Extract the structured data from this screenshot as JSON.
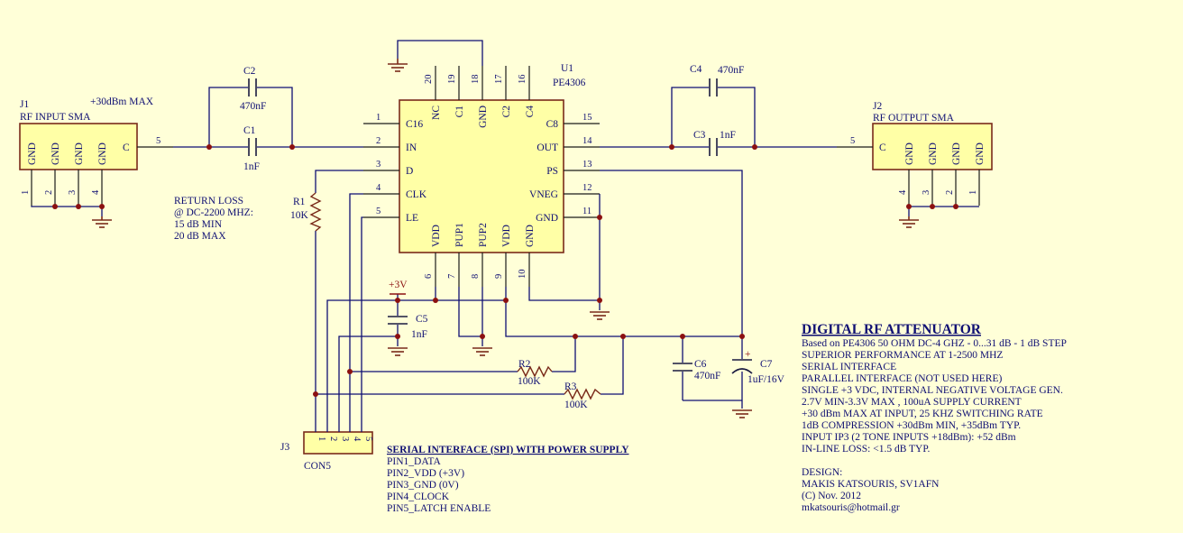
{
  "u1": {
    "ref": "U1",
    "part": "PE4306",
    "pins_left": [
      {
        "num": "1",
        "name": "C16"
      },
      {
        "num": "2",
        "name": "IN"
      },
      {
        "num": "3",
        "name": "D"
      },
      {
        "num": "4",
        "name": "CLK"
      },
      {
        "num": "5",
        "name": "LE"
      }
    ],
    "pins_right": [
      {
        "num": "15",
        "name": "C8"
      },
      {
        "num": "14",
        "name": "OUT"
      },
      {
        "num": "13",
        "name": "PS"
      },
      {
        "num": "12",
        "name": "VNEG"
      },
      {
        "num": "11",
        "name": "GND"
      }
    ],
    "pins_top": [
      {
        "num": "20",
        "name": "NC"
      },
      {
        "num": "19",
        "name": "C1"
      },
      {
        "num": "18",
        "name": "GND"
      },
      {
        "num": "17",
        "name": "C2"
      },
      {
        "num": "16",
        "name": "C4"
      }
    ],
    "pins_bottom": [
      {
        "num": "6",
        "name": "VDD"
      },
      {
        "num": "7",
        "name": "PUP1"
      },
      {
        "num": "8",
        "name": "PUP2"
      },
      {
        "num": "9",
        "name": "VDD"
      },
      {
        "num": "10",
        "name": "GND"
      }
    ]
  },
  "j1": {
    "ref": "J1",
    "name": "RF INPUT SMA",
    "pins": [
      "GND",
      "GND",
      "GND",
      "GND",
      "C"
    ],
    "pin_nums": [
      "1",
      "2",
      "3",
      "4",
      "5"
    ],
    "power_note": "+30dBm MAX"
  },
  "j2": {
    "ref": "J2",
    "name": "RF OUTPUT SMA",
    "pins": [
      "C",
      "GND",
      "GND",
      "GND",
      "GND"
    ],
    "pin_nums": [
      "5",
      "4",
      "3",
      "2",
      "1"
    ]
  },
  "j3": {
    "ref": "J3",
    "part": "CON5",
    "pin_nums": [
      "1",
      "2",
      "3",
      "4",
      "5"
    ]
  },
  "caps": {
    "c1": {
      "ref": "C1",
      "value": "1nF"
    },
    "c2": {
      "ref": "C2",
      "value": "470nF"
    },
    "c3": {
      "ref": "C3",
      "value": "1nF"
    },
    "c4": {
      "ref": "C4",
      "value": "470nF"
    },
    "c5": {
      "ref": "C5",
      "value": "1nF"
    },
    "c6": {
      "ref": "C6",
      "value": "470nF"
    },
    "c7": {
      "ref": "C7",
      "value": "1uF/16V",
      "polarity": "+"
    }
  },
  "resistors": {
    "r1": {
      "ref": "R1",
      "value": "10K"
    },
    "r2": {
      "ref": "R2",
      "value": "100K"
    },
    "r3": {
      "ref": "R3",
      "value": "100K"
    }
  },
  "power_net": "+3V",
  "return_loss": [
    "RETURN LOSS",
    "@ DC-2200 MHZ:",
    "15 dB MIN",
    "20 dB MAX"
  ],
  "serial": {
    "title": "SERIAL INTERFACE (SPI) WITH POWER SUPPLY",
    "lines": [
      "PIN1_DATA",
      "PIN2_VDD (+3V)",
      "PIN3_GND (0V)",
      "PIN4_CLOCK",
      "PIN5_LATCH ENABLE"
    ]
  },
  "info": {
    "title": "DIGITAL RF ATTENUATOR",
    "lines": [
      "Based on PE4306 50 OHM DC-4 GHZ - 0...31 dB - 1 dB STEP",
      "SUPERIOR PERFORMANCE AT 1-2500 MHZ",
      "SERIAL INTERFACE",
      "PARALLEL INTERFACE (NOT USED HERE)",
      "SINGLE +3 VDC, INTERNAL NEGATIVE VOLTAGE GEN.",
      "2.7V MIN-3.3V MAX , 100uA SUPPLY CURRENT",
      "+30 dBm MAX AT INPUT, 25 KHZ SWITCHING RATE",
      "1dB COMPRESSION +30dBm MIN, +35dBm TYP.",
      "INPUT IP3 (2 TONE INPUTS +18dBm): +52 dBm",
      "IN-LINE LOSS: <1.5 dB TYP."
    ],
    "design_lines": [
      "DESIGN:",
      "MAKIS KATSOURIS, SV1AFN",
      "(C) Nov. 2012",
      "mkatsouris@hotmail.gr"
    ]
  },
  "colors": {
    "background": "#ffffd8",
    "component_fill": "#ffffa6",
    "component_outline": "#7a2a1a",
    "wire": "#0f0f73",
    "junction": "#8b1010"
  }
}
